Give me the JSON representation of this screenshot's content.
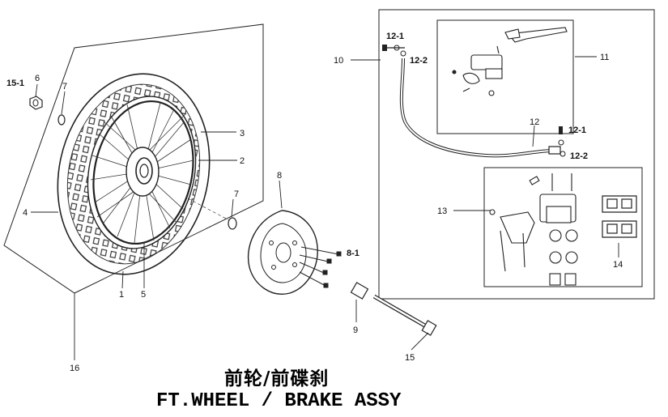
{
  "title": {
    "cn": "前轮/前碟刹",
    "en": "FT.WHEEL / BRAKE ASSY"
  },
  "callouts": {
    "c1": "1",
    "c2": "2",
    "c3": "3",
    "c4": "4",
    "c5": "5",
    "c6": "6",
    "c7a": "7",
    "c7b": "7",
    "c8": "8",
    "c8_1": "8-1",
    "c9": "9",
    "c10": "10",
    "c11": "11",
    "c12": "12",
    "c12_1a": "12-1",
    "c12_2a": "12-2",
    "c12_1b": "12-1",
    "c12_2b": "12-2",
    "c13": "13",
    "c14": "14",
    "c15": "15",
    "c15_1": "15-1",
    "c16": "16"
  }
}
